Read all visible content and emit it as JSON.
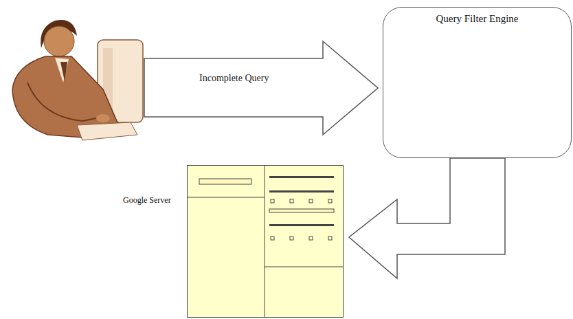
{
  "diagram": {
    "nodes": [
      {
        "text": [
          "Query Filter Engine"
        ]
      },
      {
        "text": [
          "Google Server"
        ]
      }
    ],
    "edges": [
      {
        "from": 0,
        "to": 1,
        "arrow": "to"
      }
    ],
    "labels": [
      "Incomplete Query"
    ]
  }
}
